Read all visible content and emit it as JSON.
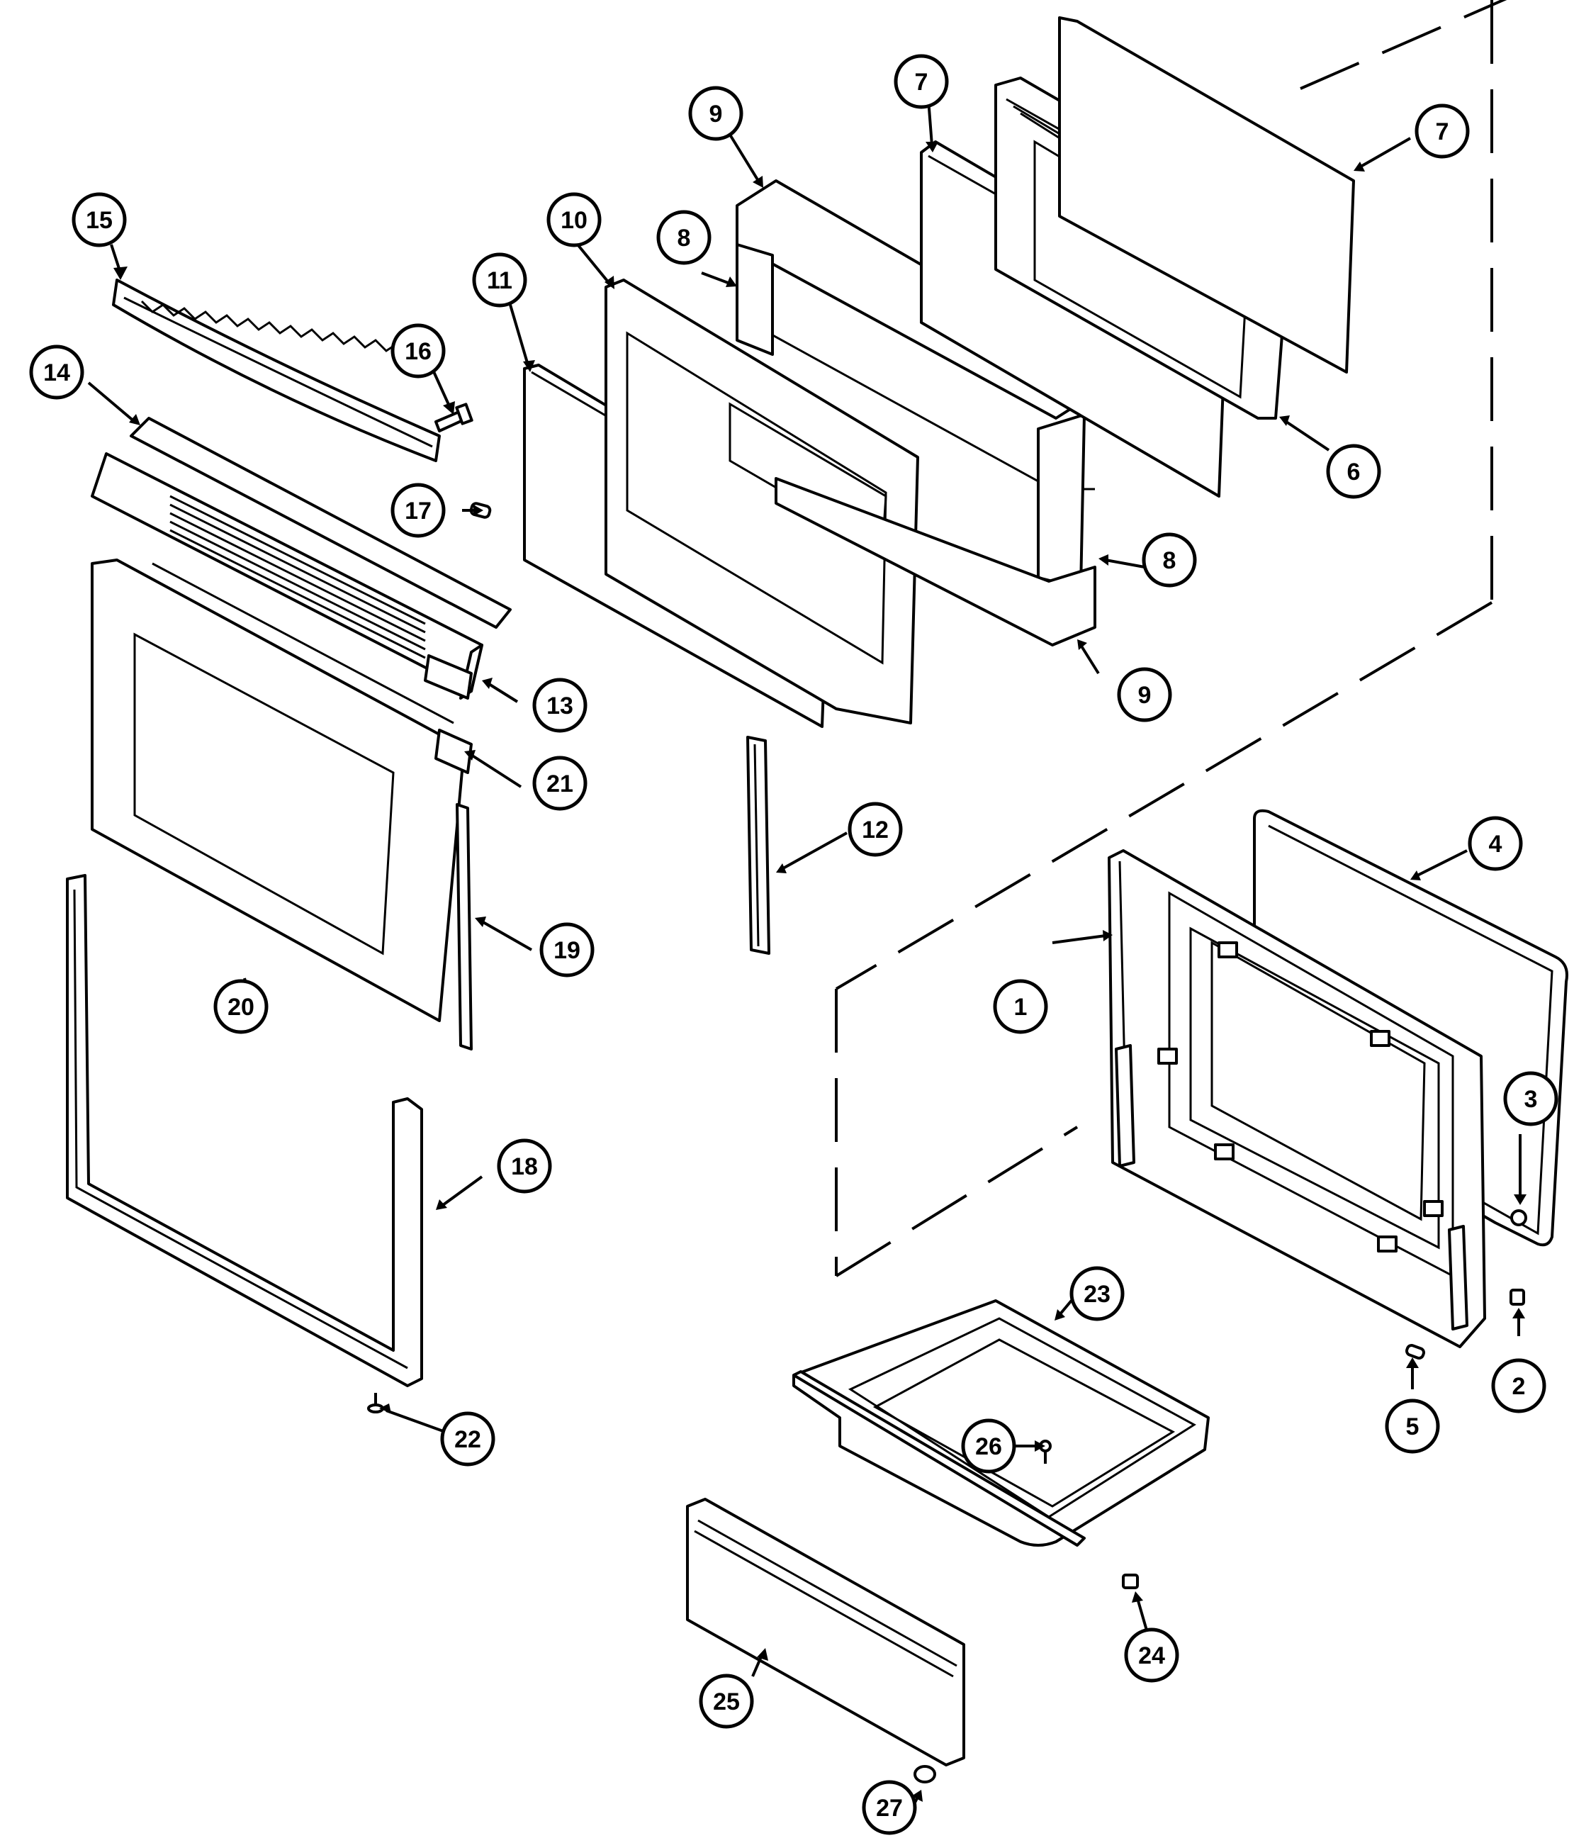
{
  "diagram": {
    "callouts": [
      {
        "id": "c1",
        "label": "1"
      },
      {
        "id": "c2",
        "label": "2"
      },
      {
        "id": "c3",
        "label": "3"
      },
      {
        "id": "c4",
        "label": "4"
      },
      {
        "id": "c5",
        "label": "5"
      },
      {
        "id": "c6",
        "label": "6"
      },
      {
        "id": "c7a",
        "label": "7"
      },
      {
        "id": "c7b",
        "label": "7"
      },
      {
        "id": "c8a",
        "label": "8"
      },
      {
        "id": "c8b",
        "label": "8"
      },
      {
        "id": "c9a",
        "label": "9"
      },
      {
        "id": "c9b",
        "label": "9"
      },
      {
        "id": "c10",
        "label": "10"
      },
      {
        "id": "c11",
        "label": "11"
      },
      {
        "id": "c12",
        "label": "12"
      },
      {
        "id": "c13",
        "label": "13"
      },
      {
        "id": "c14",
        "label": "14"
      },
      {
        "id": "c15",
        "label": "15"
      },
      {
        "id": "c16",
        "label": "16"
      },
      {
        "id": "c17",
        "label": "17"
      },
      {
        "id": "c18",
        "label": "18"
      },
      {
        "id": "c19",
        "label": "19"
      },
      {
        "id": "c20",
        "label": "20"
      },
      {
        "id": "c21",
        "label": "21"
      },
      {
        "id": "c22",
        "label": "22"
      },
      {
        "id": "c23",
        "label": "23"
      },
      {
        "id": "c24",
        "label": "24"
      },
      {
        "id": "c25",
        "label": "25"
      },
      {
        "id": "c26",
        "label": "26"
      },
      {
        "id": "c27",
        "label": "27"
      }
    ]
  }
}
